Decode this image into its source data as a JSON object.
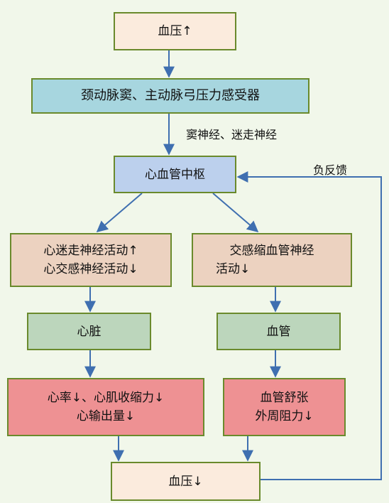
{
  "nodes": {
    "top": "血压↑",
    "receptor": "颈动脉窦、主动脉弓压力感受器",
    "center": "心血管中枢",
    "left_activity": [
      "心迷走神经活动↑",
      "心交感神经活动↓"
    ],
    "right_activity": [
      "交感缩血管神经",
      "活动↓"
    ],
    "heart": "心脏",
    "vessel": "血管",
    "left_result": [
      "心率↓、心肌收缩力↓",
      "心输出量↓"
    ],
    "right_result": [
      "血管舒张",
      "外周阻力↓"
    ],
    "bottom": "血压↓"
  },
  "edge_labels": {
    "nerves": "窦神经、迷走神经",
    "feedback": "负反馈"
  },
  "colors": {
    "arrow": "#3f6fb0",
    "border": "#6a8a2c",
    "pressure_box": "#fbebdd",
    "receptor_box": "#a7d6df",
    "center_box": "#bcd0ed",
    "activity_box": "#ecd2c0",
    "organ_box": "#bcd6bc",
    "result_box": "#ee9193"
  }
}
